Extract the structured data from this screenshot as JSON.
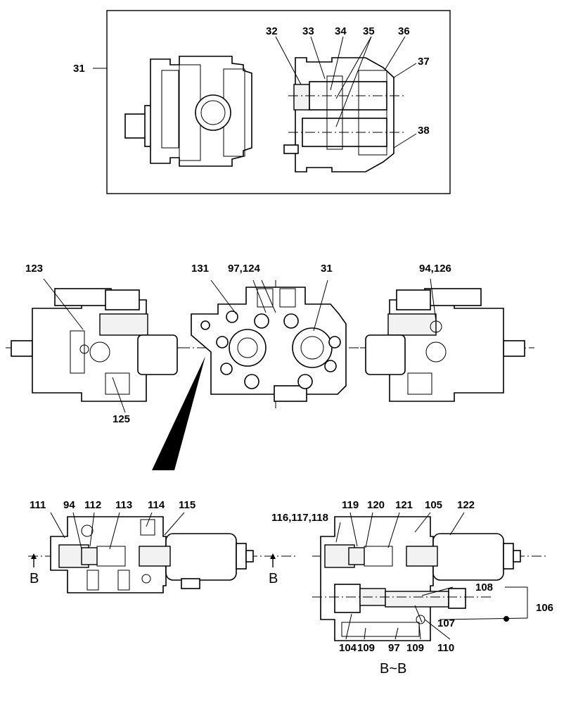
{
  "labels": {
    "l31_top": "31",
    "l32": "32",
    "l33": "33",
    "l34": "34",
    "l35": "35",
    "l36": "36",
    "l37": "37",
    "l38": "38",
    "l123": "123",
    "l131": "131",
    "l97_124": "97,124",
    "l31_mid": "31",
    "l94_126": "94,126",
    "l125": "125",
    "l111": "111",
    "l94": "94",
    "l112": "112",
    "l113": "113",
    "l114": "114",
    "l115": "115",
    "l116_117_118": "116,117,118",
    "l119": "119",
    "l120": "120",
    "l121": "121",
    "l105": "105",
    "l122": "122",
    "l108": "108",
    "l106": "106",
    "l107": "107",
    "l104": "104",
    "l109a": "109",
    "l97": "97",
    "l109b": "109",
    "l110": "110",
    "section_b_left": "B",
    "section_b_right": "B",
    "section_title": "B~B"
  }
}
